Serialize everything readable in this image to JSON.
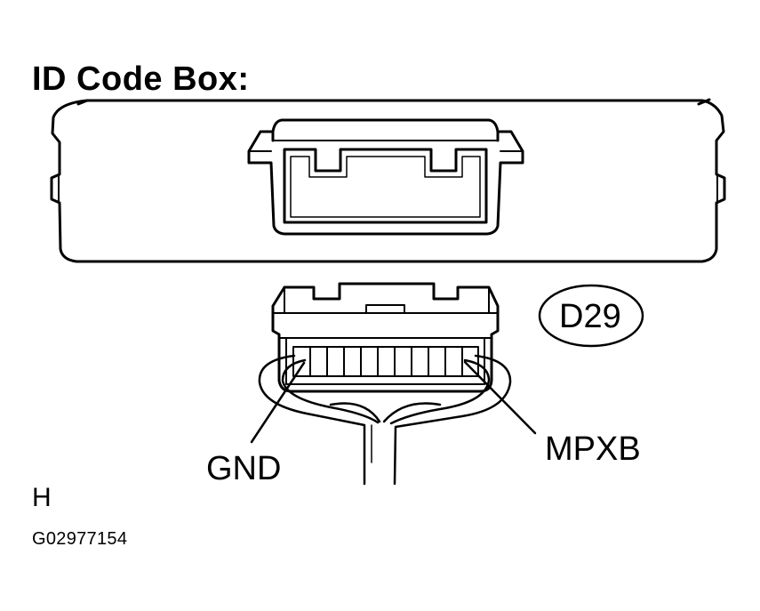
{
  "title": "ID Code Box:",
  "connector_id": "D29",
  "terminals": {
    "left": "GND",
    "right": "MPXB"
  },
  "view_marker": "H",
  "figure_id": "G02977154"
}
